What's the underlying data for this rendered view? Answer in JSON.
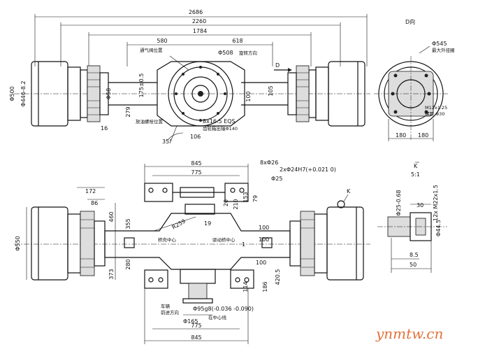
{
  "dims": {
    "top_overall": "2686",
    "top_track": "2260",
    "top_span": "1784",
    "top_580": "580",
    "top_618": "618",
    "d500": "Φ500",
    "d446": "Φ446-8.2",
    "d58": "Φ58",
    "d508": "Φ508",
    "tilt": "175±0.5",
    "d279": "279",
    "d16": "16",
    "d100a": "100",
    "d105": "105",
    "d35": "35°",
    "d106": "106",
    "spline": "8x16.5 EQS",
    "d545": "Φ545",
    "d180l": "180",
    "d180r": "180",
    "bot_845": "845",
    "bot_775": "775",
    "bot_holes": "8xΦ26",
    "bot_holes2": "2xΦ24H7(+0.021 0)",
    "bot_25": "Φ25",
    "b172": "172",
    "b86": "86",
    "d550": "Φ550",
    "b460": "460",
    "b355": "355",
    "b280": "280",
    "b373": "373",
    "r259": "R259",
    "b19": "19",
    "b20": "20",
    "b210": "210",
    "b153": "153",
    "b79": "79",
    "b100a": "100",
    "b100b": "100",
    "b100c": "100",
    "b1": "1",
    "b114": "114",
    "b186": "186",
    "b4205": "420.5",
    "b95": "Φ95g8(-0.036 -0.090)",
    "b165": "Φ165",
    "b775b": "775",
    "b845b": "845",
    "k25": "Φ25-0.68",
    "k30": "30",
    "k12": "12x M22x1.5",
    "k445": "Φ44.5",
    "k85": "8.5",
    "k50": "50"
  },
  "labels": {
    "d_view": "D向",
    "breather": "通气阀位置",
    "rot_dir": "旋转方向",
    "arrow_d": "D",
    "drain": "放油螺栓位置",
    "spline_pos": "齿轮箱出轴Φ140",
    "max_bolt": "最大外径圈",
    "m12": "M12x1.25",
    "m12b": "螺距 Φ30",
    "axle_center": "桥壳中心",
    "diff_center": "驱动桥中心",
    "fwd": "车辆",
    "fwd2": "前进方向",
    "center_line": "在中心线",
    "k_label": "K",
    "k_detail": "K",
    "k_scale": "5:1",
    "watermark": "ynmtw.cn"
  }
}
